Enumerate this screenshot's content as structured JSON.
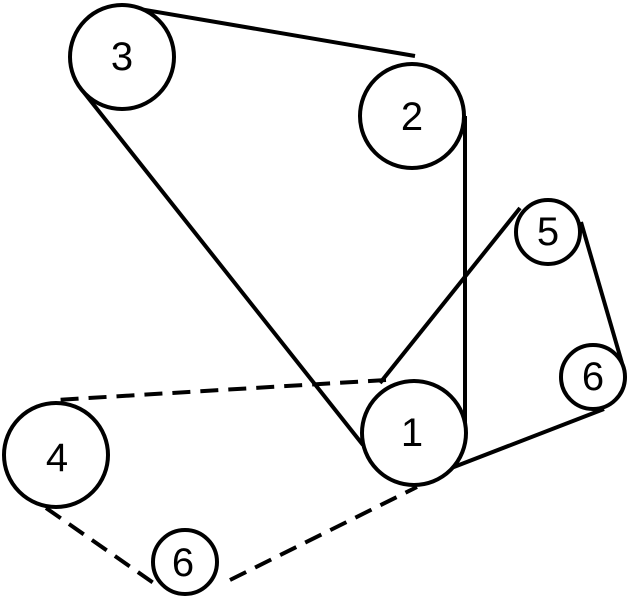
{
  "pulleys": {
    "p1": {
      "label": "1"
    },
    "p2": {
      "label": "2"
    },
    "p3": {
      "label": "3"
    },
    "p4": {
      "label": "4"
    },
    "p5": {
      "label": "5"
    },
    "p6a": {
      "label": "6"
    },
    "p6b": {
      "label": "6"
    }
  },
  "belts": {
    "solid": [
      {
        "from": "1",
        "via": "2",
        "to": "3"
      },
      {
        "from": "1",
        "via": "5",
        "to": "6"
      }
    ],
    "dashed": [
      {
        "from": "1",
        "via": "4",
        "to": "6"
      }
    ]
  },
  "colors": {
    "stroke": "#000000",
    "background": "#ffffff"
  }
}
